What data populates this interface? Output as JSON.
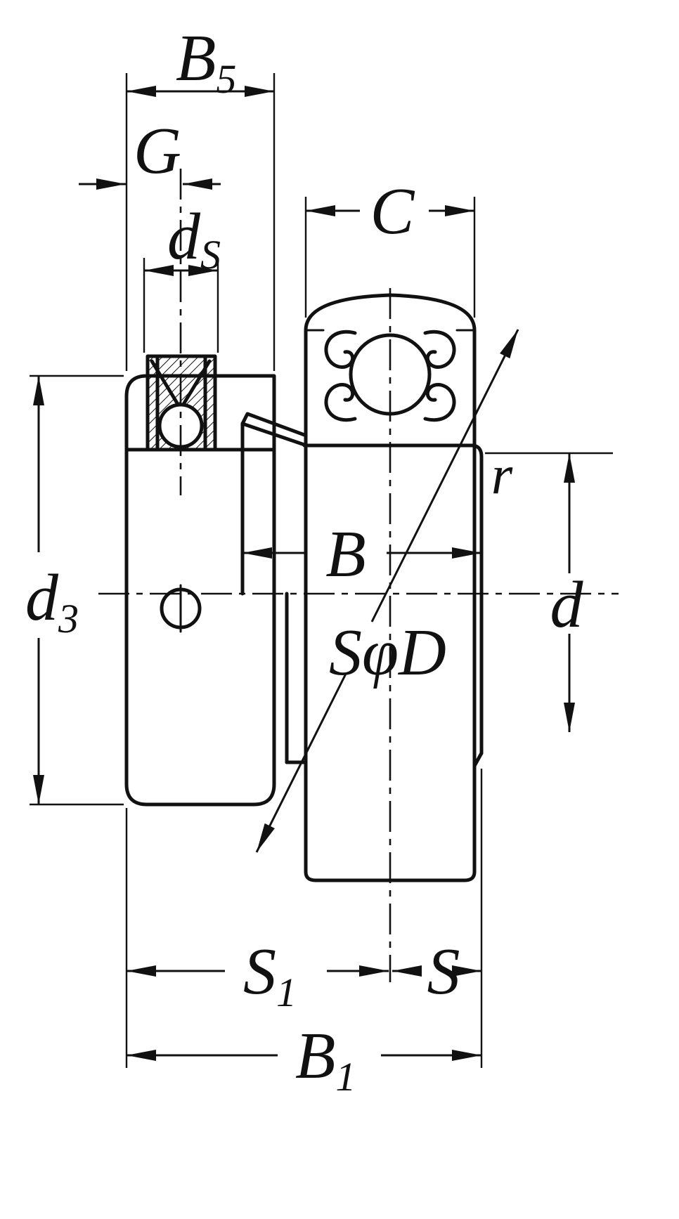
{
  "diagram": {
    "kind": "bearing-insert-technical-drawing",
    "colors": {
      "line": "#111111",
      "background": "#ffffff"
    },
    "labels": {
      "B5": {
        "main": "B",
        "sub": "5"
      },
      "G": {
        "main": "G"
      },
      "ds": {
        "main": "d",
        "sub": "S"
      },
      "C": {
        "main": "C"
      },
      "r": {
        "main": "r"
      },
      "d3": {
        "main": "d",
        "sub": "3"
      },
      "B": {
        "main": "B"
      },
      "d": {
        "main": "d"
      },
      "SphiD": {
        "main": "SφD"
      },
      "S1": {
        "main": "S",
        "sub": "1"
      },
      "S": {
        "main": "S"
      },
      "B1": {
        "main": "B",
        "sub": "1"
      }
    }
  }
}
